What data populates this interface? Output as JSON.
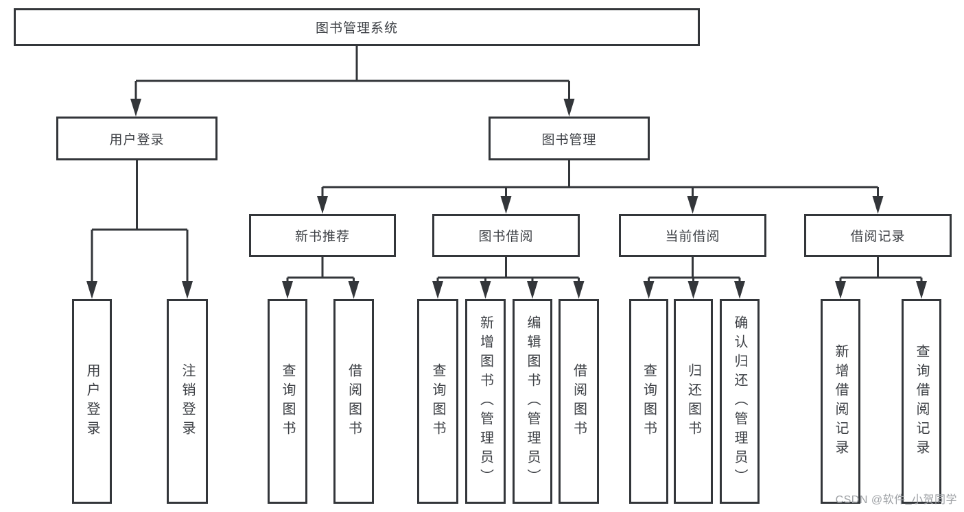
{
  "colors": {
    "line": "#33363a",
    "text": "#3d4045",
    "bg": "#ffffff",
    "watermark": "#9da0a4"
  },
  "tree": {
    "root": {
      "label": "图书管理系统",
      "children": [
        {
          "label": "用户登录",
          "children": [
            {
              "label": "用户登录"
            },
            {
              "label": "注销登录"
            }
          ]
        },
        {
          "label": "图书管理",
          "children": [
            {
              "label": "新书推荐",
              "children": [
                {
                  "label": "查询图书"
                },
                {
                  "label": "借阅图书"
                }
              ]
            },
            {
              "label": "图书借阅",
              "children": [
                {
                  "label": "查询图书"
                },
                {
                  "label": "新增图书（管理员）"
                },
                {
                  "label": "编辑图书（管理员）"
                },
                {
                  "label": "借阅图书"
                }
              ]
            },
            {
              "label": "当前借阅",
              "children": [
                {
                  "label": "查询图书"
                },
                {
                  "label": "归还图书"
                },
                {
                  "label": "确认归还（管理员）"
                }
              ]
            },
            {
              "label": "借阅记录",
              "children": [
                {
                  "label": "新增借阅记录"
                },
                {
                  "label": "查询借阅记录"
                }
              ]
            }
          ]
        }
      ]
    }
  },
  "watermark": {
    "text": "CSDN @软件_小贺同学"
  }
}
